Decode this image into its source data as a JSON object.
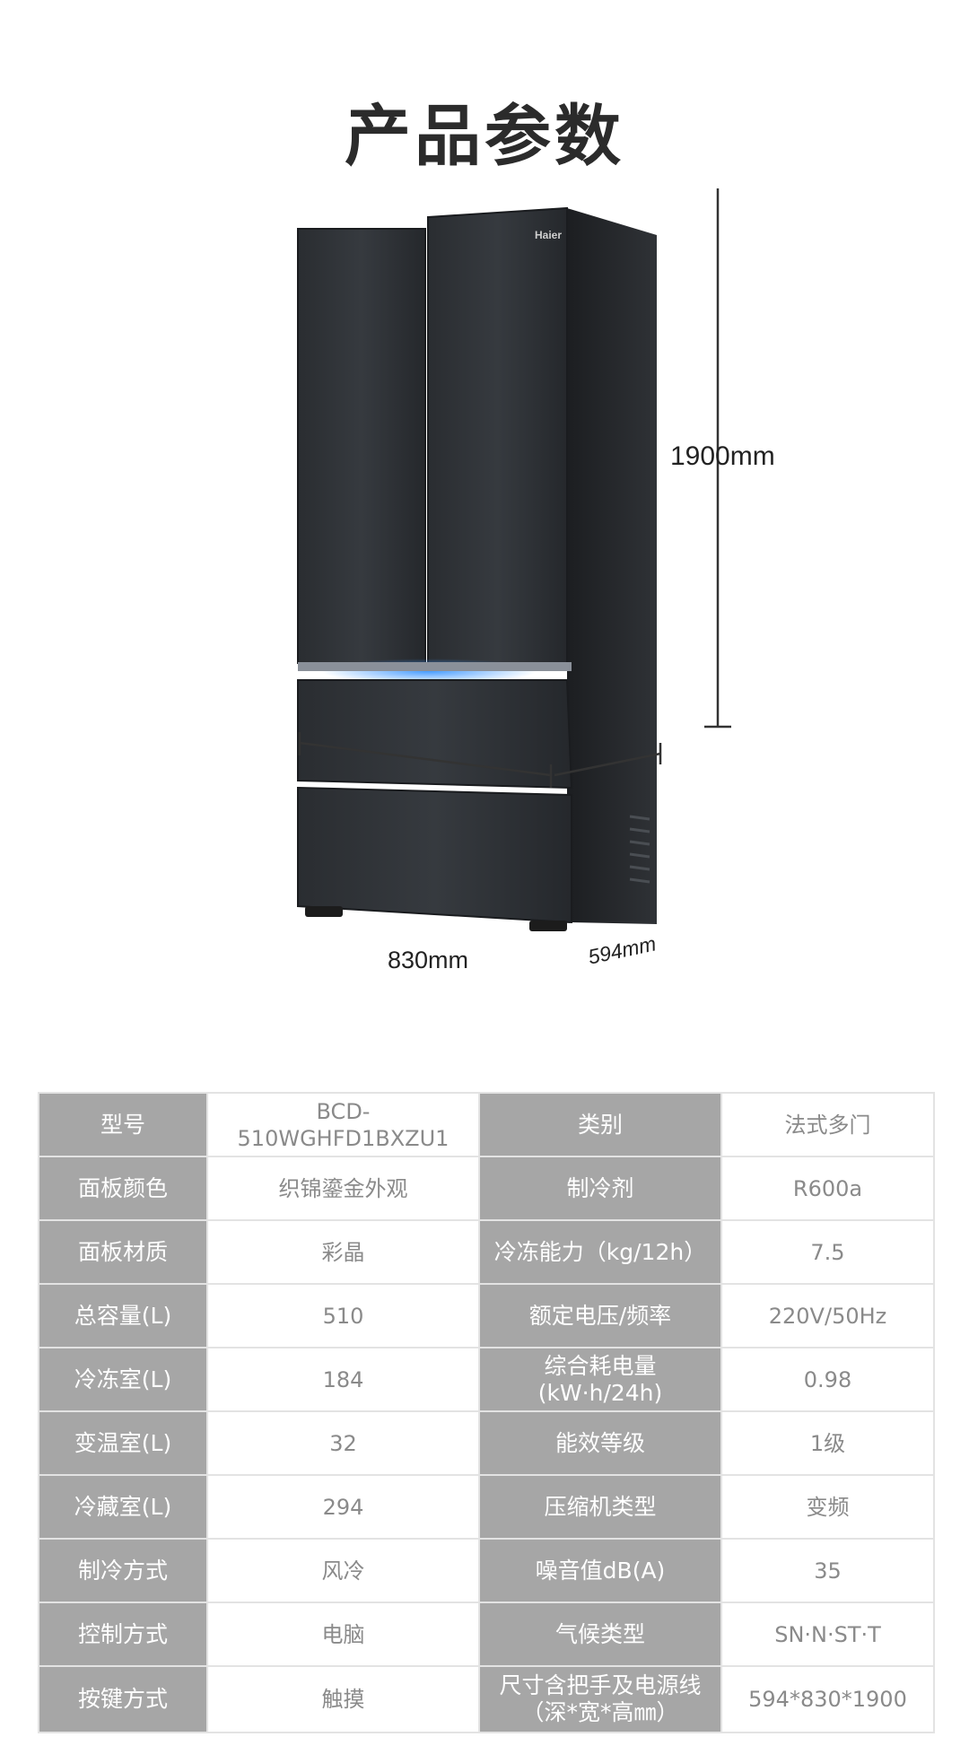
{
  "title": "产品参数",
  "brand": "Haier",
  "dimensions": {
    "height": "1900mm",
    "width": "830mm",
    "depth": "594mm"
  },
  "colors": {
    "header_cell": "#a6a6a6",
    "value_text": "#8a8a8a",
    "fridge_body": "#2c2f33",
    "led": "#2f8cff"
  },
  "specs": [
    {
      "k1": "型号",
      "v1": "BCD-510WGHFD1BXZU1",
      "k2": "类别",
      "v2": "法式多门"
    },
    {
      "k1": "面板颜色",
      "v1": "织锦鎏金外观",
      "k2": "制冷剂",
      "v2": "R600a"
    },
    {
      "k1": "面板材质",
      "v1": "彩晶",
      "k2": "冷冻能力（kg/12h）",
      "v2": "7.5"
    },
    {
      "k1": "总容量(L)",
      "v1": "510",
      "k2": "额定电压/频率",
      "v2": "220V/50Hz"
    },
    {
      "k1": "冷冻室(L)",
      "v1": "184",
      "k2": "综合耗电量(kW·h/24h)",
      "v2": "0.98"
    },
    {
      "k1": "变温室(L)",
      "v1": "32",
      "k2": "能效等级",
      "v2": "1级"
    },
    {
      "k1": "冷藏室(L)",
      "v1": "294",
      "k2": "压缩机类型",
      "v2": "变频"
    },
    {
      "k1": "制冷方式",
      "v1": "风冷",
      "k2": "噪音值dB(A)",
      "v2": "35"
    },
    {
      "k1": "控制方式",
      "v1": "电脑",
      "k2": "气候类型",
      "v2": "SN·N·ST·T"
    },
    {
      "k1": "按键方式",
      "v1": "触摸",
      "k2": "尺寸含把手及电源线（深*宽*高㎜）",
      "v2": "594*830*1900"
    }
  ]
}
